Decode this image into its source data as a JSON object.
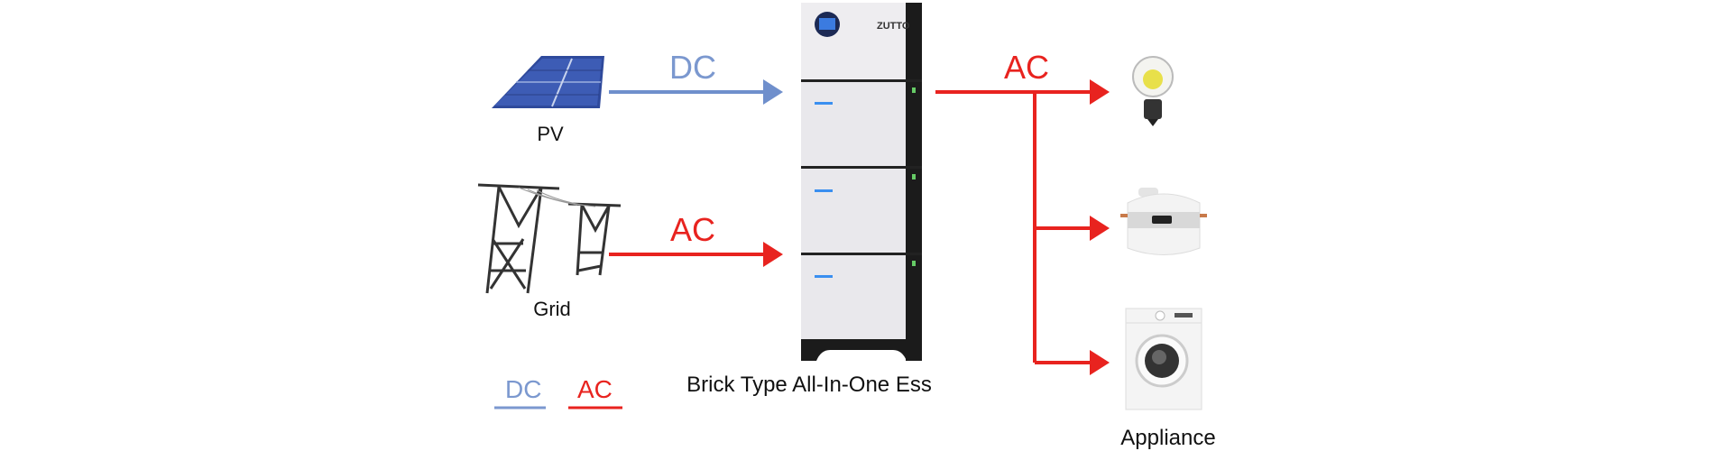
{
  "sources": {
    "pv": {
      "label": "PV",
      "flow_label": "DC"
    },
    "grid": {
      "label": "Grid",
      "flow_label": "AC"
    }
  },
  "ess": {
    "label": "Brick Type All-In-One Ess",
    "brand": "ZUTTO"
  },
  "output": {
    "flow_label": "AC",
    "label": "Appliance"
  },
  "legend": [
    {
      "label": "DC",
      "color": "#7b98cf"
    },
    {
      "label": "AC",
      "color": "#e8231f"
    }
  ],
  "colors": {
    "dc": "#6f8fcc",
    "ac": "#e8231f"
  }
}
